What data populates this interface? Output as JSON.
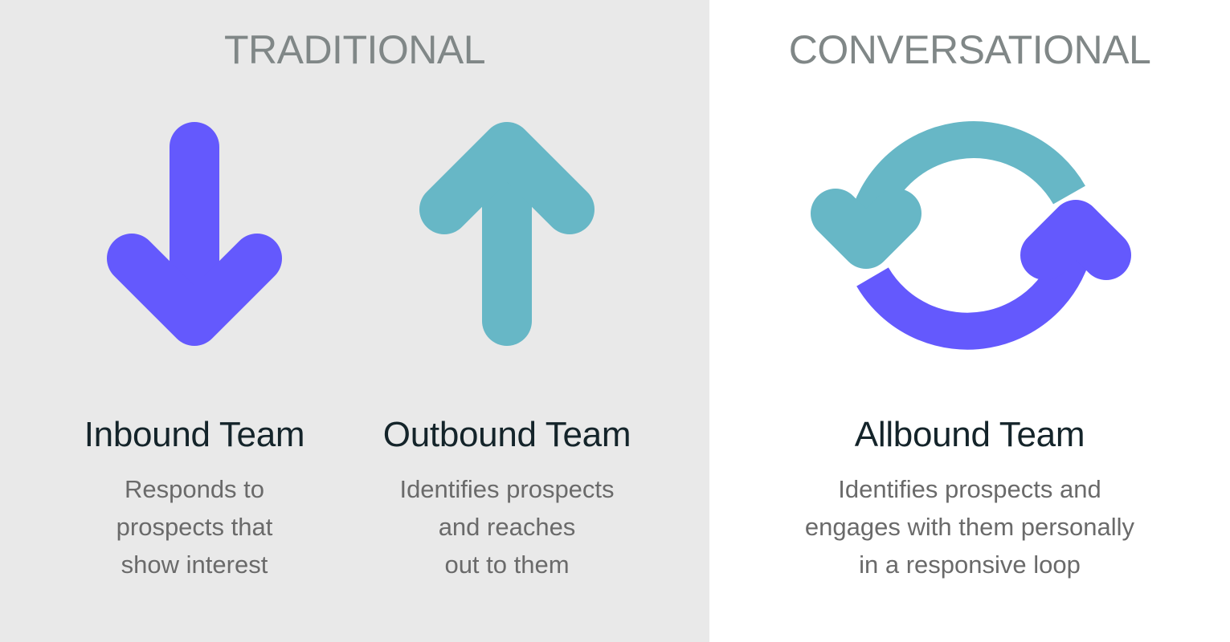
{
  "colors": {
    "left_panel_bg": "#e9e9e9",
    "right_panel_bg": "#ffffff",
    "section_title": "#808787",
    "team_name": "#14242a",
    "team_desc": "#6a6a6a",
    "purple": "#6459fd",
    "teal": "#67b7c6"
  },
  "sections": {
    "traditional": {
      "title": "TRADITIONAL",
      "teams": [
        {
          "icon": "arrow-down-icon",
          "name": "Inbound Team",
          "description": "Responds to\nprospects that\nshow interest"
        },
        {
          "icon": "arrow-up-icon",
          "name": "Outbound Team",
          "description": "Identifies prospects\nand reaches\nout to them"
        }
      ]
    },
    "conversational": {
      "title": "CONVERSATIONAL",
      "teams": [
        {
          "icon": "cycle-arrows-icon",
          "name": "Allbound Team",
          "description": "Identifies prospects and\nengages with them personally\nin a responsive loop"
        }
      ]
    }
  }
}
